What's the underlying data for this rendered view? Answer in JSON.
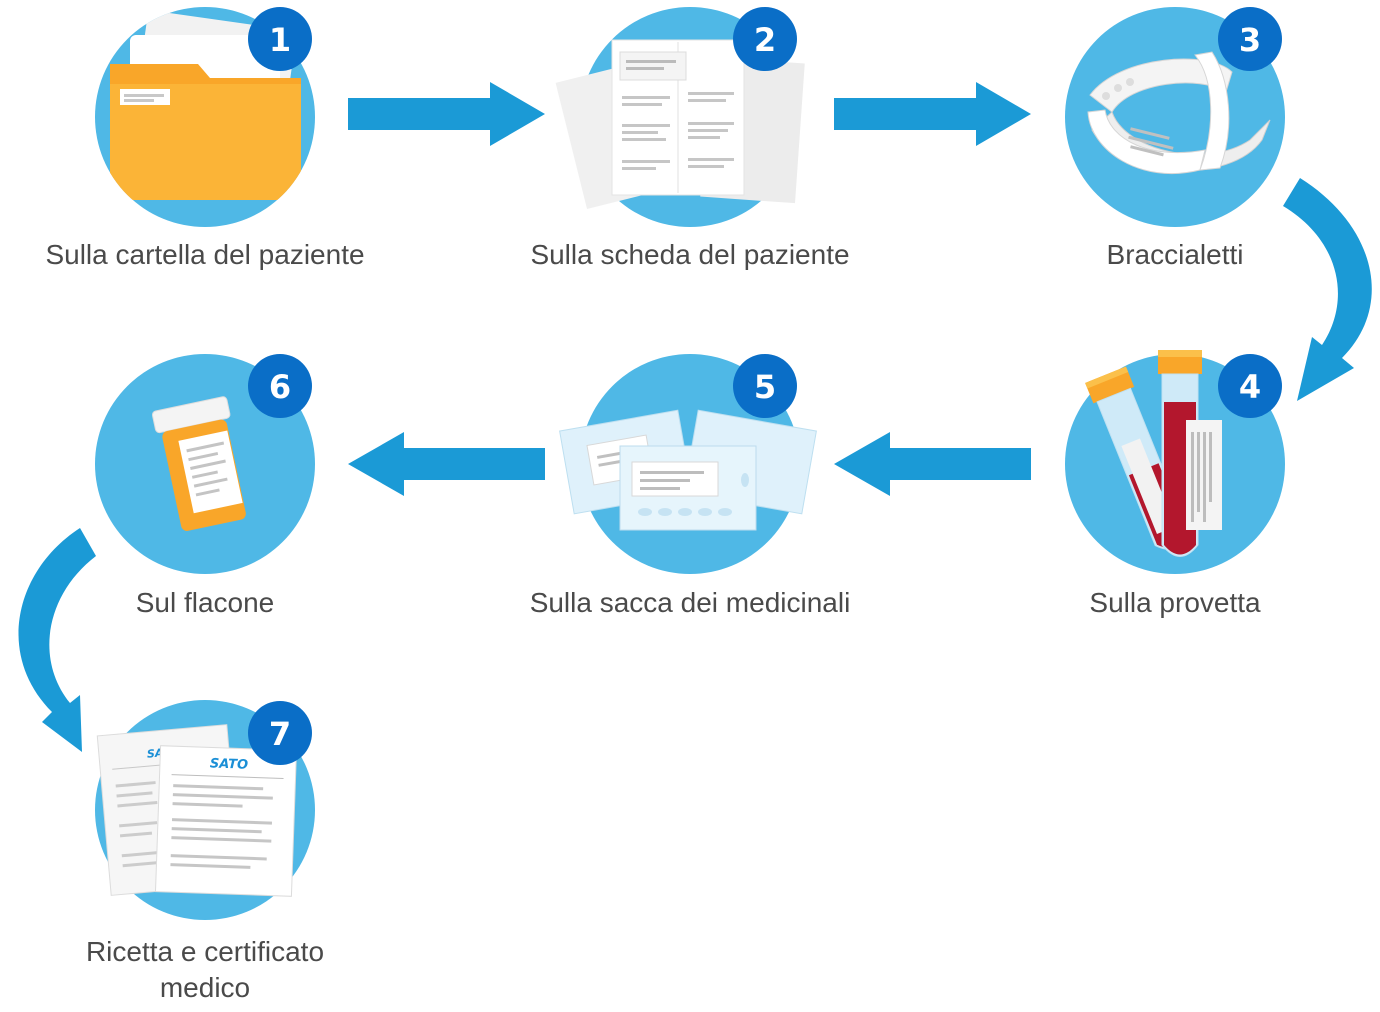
{
  "colors": {
    "circle": "#4fb8e6",
    "badge": "#0a6ec7",
    "arrow": "#1b9ad6",
    "label": "#4a4a4a"
  },
  "steps": [
    {
      "number": "1",
      "label": "Sulla cartella del paziente",
      "icon": "folder-icon"
    },
    {
      "number": "2",
      "label": "Sulla scheda del paziente",
      "icon": "documents-icon"
    },
    {
      "number": "3",
      "label": "Braccialetti",
      "icon": "wristband-icon"
    },
    {
      "number": "4",
      "label": "Sulla provetta",
      "icon": "test-tube-icon"
    },
    {
      "number": "5",
      "label": "Sulla sacca dei medicinali",
      "icon": "medicine-bag-icon"
    },
    {
      "number": "6",
      "label": "Sul flacone",
      "icon": "pill-bottle-icon"
    },
    {
      "number": "7",
      "label": "Ricetta e certificato medico",
      "icon": "prescription-icon"
    }
  ],
  "brand": "SATO"
}
